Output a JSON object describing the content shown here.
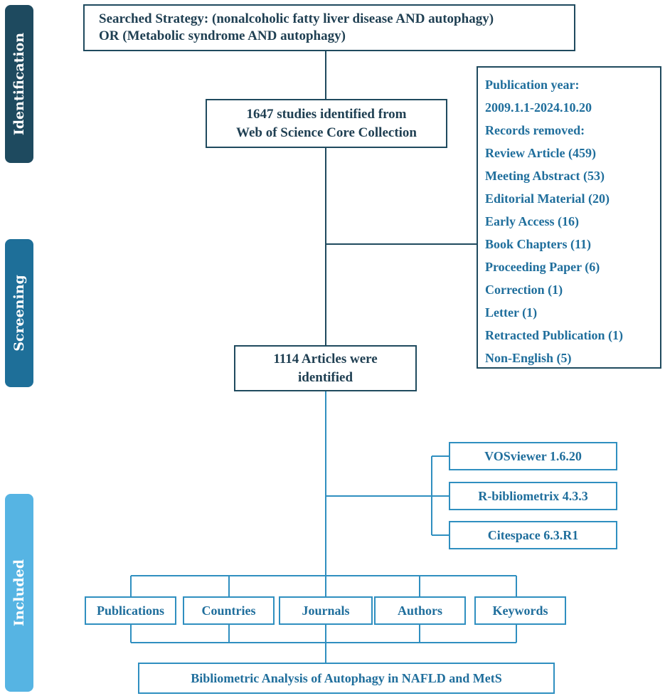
{
  "phases": [
    {
      "id": "identification",
      "label": "Identification",
      "color": "#1e4a5f"
    },
    {
      "id": "screening",
      "label": "Screening",
      "color": "#1e6f99"
    },
    {
      "id": "included",
      "label": "Included",
      "color": "#56b4e3"
    }
  ],
  "search_strategy": {
    "line1": "Searched Strategy: (nonalcoholic fatty liver disease AND autophagy)",
    "line2": "OR (Metabolic syndrome AND autophagy)"
  },
  "studies_identified": {
    "line1": "1647 studies identified from",
    "line2": "Web of Science Core Collection"
  },
  "exclusion": {
    "rows": [
      "Publication year:",
      "2009.1.1-2024.10.20",
      "Records removed:",
      "Review Article (459)",
      "Meeting Abstract (53)",
      "Editorial Material (20)",
      "Early Access (16)",
      "Book Chapters (11)",
      "Proceeding Paper (6)",
      "Correction (1)",
      "Letter (1)",
      "Retracted Publication (1)",
      "Non-English (5)"
    ]
  },
  "articles_identified": {
    "line1": "1114 Articles were",
    "line2": "identified"
  },
  "tools": [
    "VOSviewer 1.6.20",
    "R-bibliometrix 4.3.3",
    "Citespace 6.3.R1"
  ],
  "categories": [
    "Publications",
    "Countries",
    "Journals",
    "Authors",
    "Keywords"
  ],
  "final": "Bibliometric Analysis of Autophagy in NAFLD and MetS",
  "colors": {
    "dark_line": "#1f4a5e",
    "blue_line": "#2f8fc0",
    "text_dark": "#1f3f52",
    "text_blue": "#1f6e9c"
  }
}
